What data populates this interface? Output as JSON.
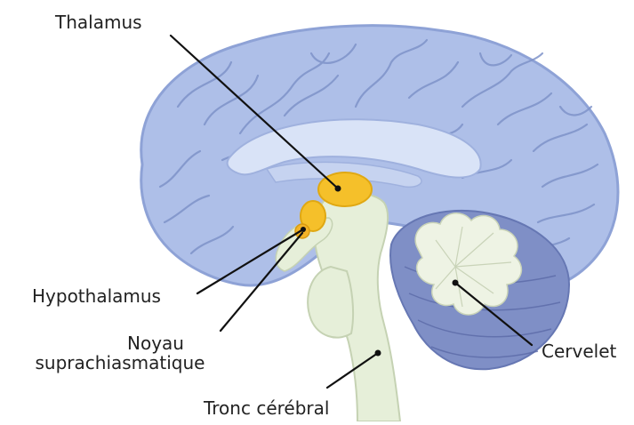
{
  "labels": {
    "thalamus": "Thalamus",
    "hypothalamus": "Hypothalamus",
    "noyau_line1": "Noyau",
    "noyau_line2": "suprachiasmatique",
    "cervelet": "Cervelet",
    "tronc": "Tronc cérébral"
  },
  "colors": {
    "cortex": "#aebfe8",
    "cortex_dark": "#8ea2d6",
    "gyrus_line": "#7f93c9",
    "callosum": "#d9e3f7",
    "thalamus": "#f5c02a",
    "brainstem": "#e6efd9",
    "cerebellum_base": "#7f8fc6",
    "cerebellum_white": "#eef3e4",
    "leader": "#111111"
  }
}
